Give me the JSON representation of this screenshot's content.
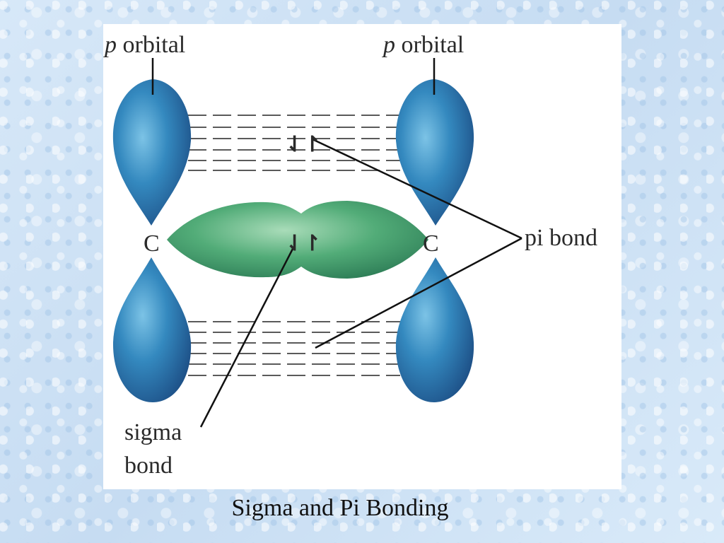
{
  "labels": {
    "p_orbital_left_italic": "p",
    "p_orbital_left_text": " orbital",
    "p_orbital_right_italic": "p",
    "p_orbital_right_text": " orbital",
    "carbon_left": "C",
    "carbon_right": "C",
    "pi_bond": "pi bond",
    "sigma_line1": "sigma",
    "sigma_line2": "bond",
    "electron_pair_top": "⇃↾",
    "electron_pair_center": "⇃↾"
  },
  "caption": "Sigma and Pi Bonding",
  "colors": {
    "p_orbital": "#2f7fb4",
    "sigma_orbital": "#4aa872",
    "background": "#cfe3f6",
    "panel": "#ffffff"
  }
}
